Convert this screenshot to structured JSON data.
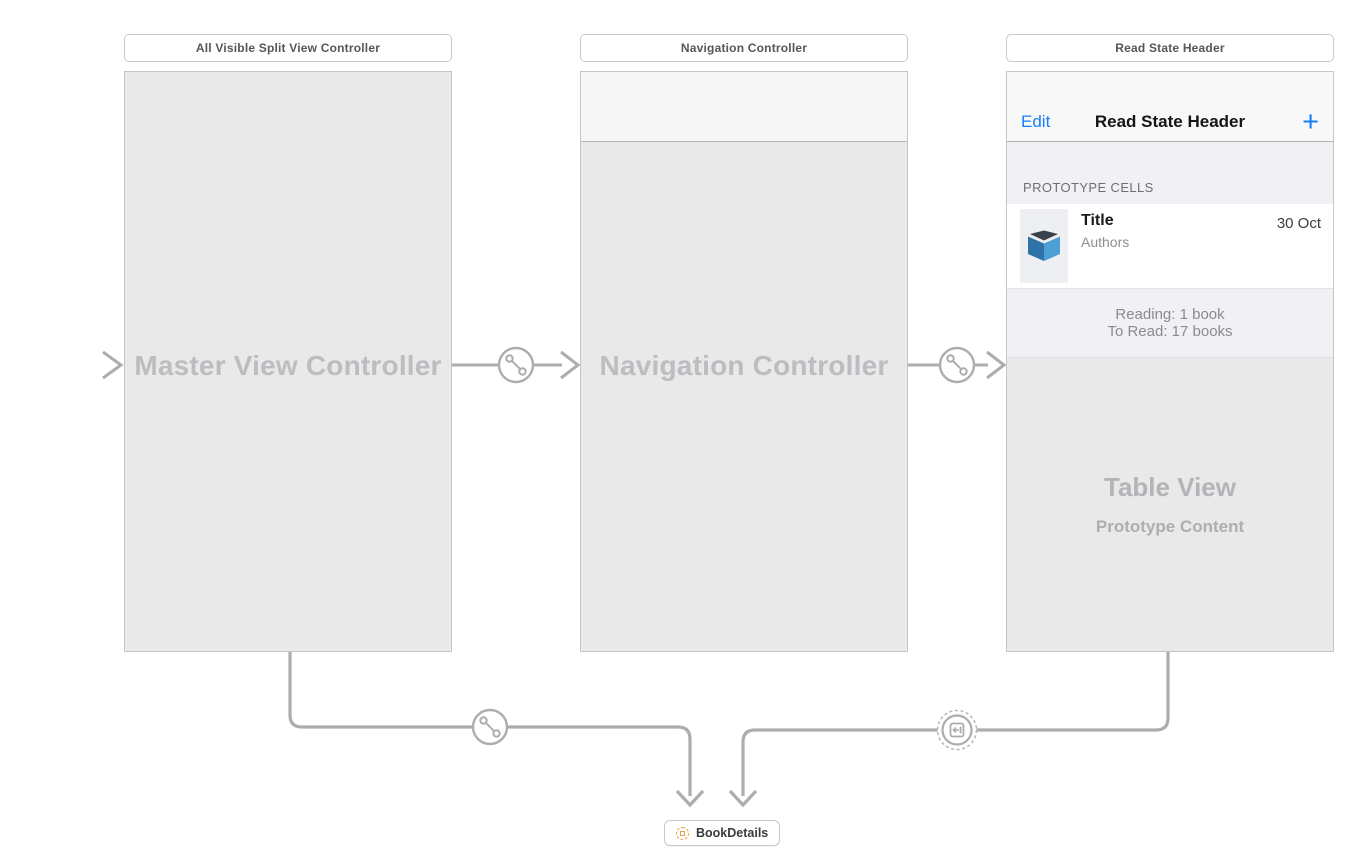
{
  "scenes": {
    "split_view": {
      "header_label": "All Visible Split View Controller",
      "placeholder_title": "Master View Controller"
    },
    "navigation": {
      "header_label": "Navigation Controller",
      "placeholder_title": "Navigation Controller"
    },
    "read_state": {
      "header_label": "Read State Header",
      "navbar": {
        "left_button": "Edit",
        "title": "Read State Header",
        "right_button": "+"
      },
      "section_header": "PROTOTYPE CELLS",
      "prototype_cell": {
        "icon": "book-icon",
        "title": "Title",
        "subtitle": "Authors",
        "detail": "30 Oct"
      },
      "summary_line1": "Reading: 1 book",
      "summary_line2": "To Read: 17 books",
      "table_placeholder_title": "Table View",
      "table_placeholder_subtitle": "Prototype Content"
    }
  },
  "segues": {
    "show_segue_icon": "link-icon",
    "reference_segue_icon": "storyboard-reference-segue-icon"
  },
  "storyboard_reference": {
    "icon": "storyboard-reference-icon",
    "label": "BookDetails"
  },
  "colors": {
    "accent_blue": "#157efb",
    "reference_orange": "#e8a33d",
    "arrow_gray": "#adadad",
    "scene_gray": "#e9e9e9",
    "placeholder_text_gray": "#bdbdc1",
    "book_left_blue": "#2e72a6",
    "book_right_blue": "#4e9fd4"
  }
}
